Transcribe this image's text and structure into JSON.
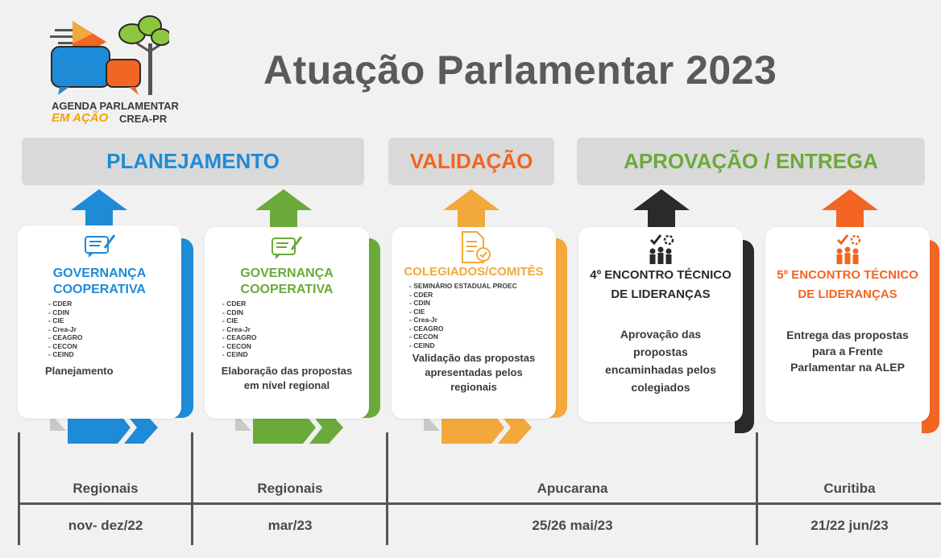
{
  "title": "Atuação Parlamentar 2023",
  "logo": {
    "line1": "AGENDA PARLAMENTAR",
    "line2": "EM AÇÃO",
    "line3": "CREA-PR"
  },
  "phases": [
    {
      "label": "PLANEJAMENTO",
      "color": "#1e8bd6"
    },
    {
      "label": "VALIDAÇÃO",
      "color": "#f26522"
    },
    {
      "label": "APROVAÇÃO / ENTREGA",
      "color": "#6aaa3a"
    }
  ],
  "cards": [
    {
      "title1": "GOVERNANÇA",
      "title2": "COOPERATIVA",
      "items": [
        "CDER",
        "CDIN",
        "CIE",
        "Crea-Jr",
        "CEAGRO",
        "CECON",
        "CEIND"
      ],
      "desc": "Planejamento",
      "color": "#1e8bd6",
      "icon": "document-pen-icon"
    },
    {
      "title1": "GOVERNANÇA",
      "title2": "COOPERATIVA",
      "items": [
        "CDER",
        "CDIN",
        "CIE",
        "Crea-Jr",
        "CEAGRO",
        "CECON",
        "CEIND"
      ],
      "desc1": "Elaboração das propostas",
      "desc2": "em nível regional",
      "color": "#6aaa3a",
      "icon": "document-pen-icon"
    },
    {
      "title1": "COLEGIADOS/COMITÊS",
      "items": [
        "SEMINÁRIO ESTADUAL PROEC",
        "CDER",
        "CDIN",
        "CIE",
        "Crea-Jr",
        "CEAGRO",
        "CECON",
        "CEIND"
      ],
      "desc1": "Validação das propostas",
      "desc2": "apresentadas pelos",
      "desc3": "regionais",
      "color": "#f3a83b",
      "icon": "document-check-icon"
    },
    {
      "title1": "4º ENCONTRO TÉCNICO",
      "title2": "DE LIDERANÇAS",
      "desc1": "Aprovação das",
      "desc2": "propostas",
      "desc3": "encaminhadas pelos",
      "desc4": "colegiados",
      "color": "#2a2a2a",
      "icon": "team-gears-icon"
    },
    {
      "title1": "5º ENCONTRO TÉCNICO",
      "title2": "DE LIDERANÇAS",
      "desc1": "Entrega das propostas",
      "desc2": "para a Frente",
      "desc3": "Parlamentar na ALEP",
      "color": "#f26522",
      "icon": "team-gears-icon"
    }
  ],
  "timeline": {
    "locations": [
      "Regionais",
      "Regionais",
      "Apucarana",
      "Curitiba"
    ],
    "dates": [
      "nov- dez/22",
      "mar/23",
      "25/26 mai/23",
      "21/22 jun/23"
    ]
  },
  "colors": {
    "blue": "#1e8bd6",
    "green": "#6aaa3a",
    "yellow": "#f3a83b",
    "black": "#2a2a2a",
    "orange": "#f26522",
    "title_gray": "#5a5a5a"
  }
}
